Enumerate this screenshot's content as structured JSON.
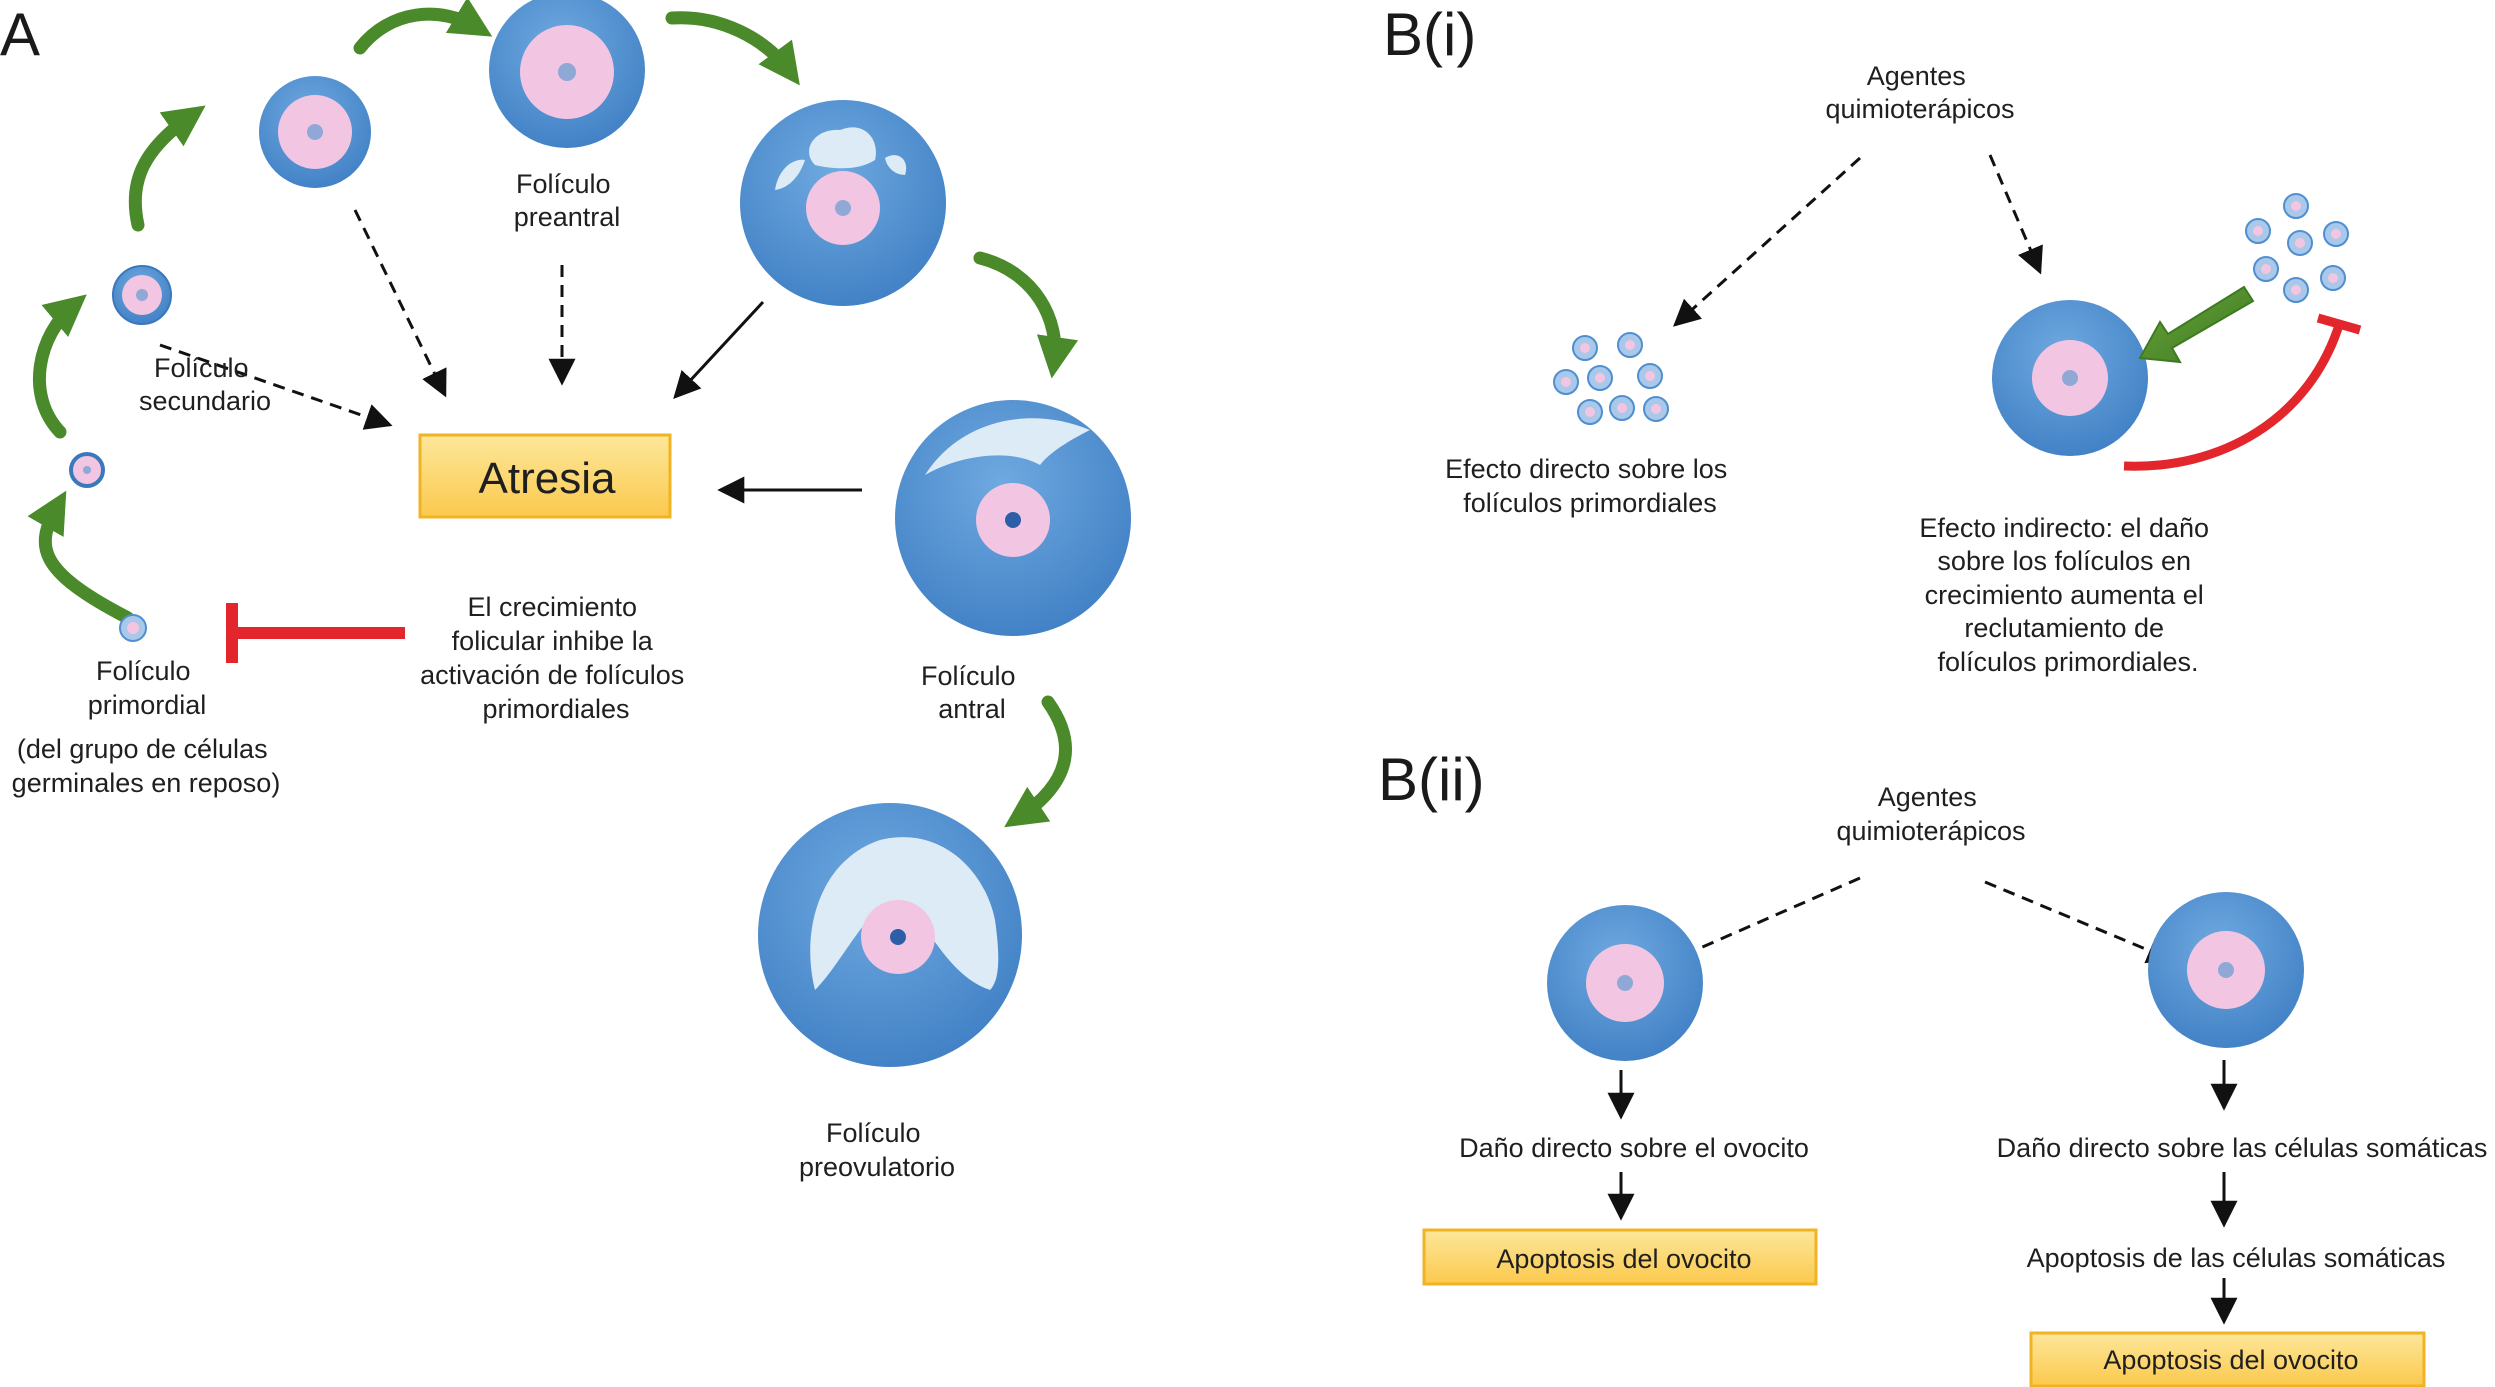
{
  "panels": {
    "a": "A",
    "bi": "B(i)",
    "bii": "B(ii)"
  },
  "panel_a": {
    "atresia": "Atresia",
    "primordial": [
      "Folículo",
      "primordial"
    ],
    "reserve_pool": [
      "(del grupo de células",
      "germinales en reposo)"
    ],
    "secondary": [
      "Folículo",
      "secundario"
    ],
    "preantral": [
      "Folículo",
      "preantral"
    ],
    "antral": [
      "Folículo",
      "antral"
    ],
    "preovulatory": [
      "Folículo",
      "preovulatorio"
    ],
    "inhibition": [
      "El crecimiento",
      "folicular inhibe la",
      "activación de folículos",
      "primordiales"
    ]
  },
  "panel_bi": {
    "agents": [
      "Agentes",
      "quimioterápicos"
    ],
    "direct_effect": [
      "Efecto directo sobre los",
      "folículos primordiales"
    ],
    "indirect_effect": [
      "Efecto indirecto: el daño",
      "sobre los folículos en",
      "crecimiento aumenta el",
      "reclutamiento de",
      "folículos primordiales."
    ]
  },
  "panel_bii": {
    "agents": [
      "Agentes",
      "quimioterápicos"
    ],
    "oocyte_damage": "Daño directo sobre el ovocito",
    "oocyte_apoptosis_left": "Apoptosis del ovocito",
    "somatic_damage": "Daño directo sobre las células somáticas",
    "somatic_apoptosis": "Apoptosis de las células somáticas",
    "oocyte_apoptosis_right": "Apoptosis del ovocito"
  },
  "colors": {
    "follicle_blue": "#4f8fd0",
    "follicle_outline": "#3a78bc",
    "oocyte_pink": "#f2c6e2",
    "nucleus": "#8fa8d6",
    "antrum": "#dcebf5",
    "growth_arrow": "#4a8a2a",
    "inhibit_red": "#e2262b",
    "box_fill": "#fcd56c",
    "box_border": "#f0b323"
  }
}
